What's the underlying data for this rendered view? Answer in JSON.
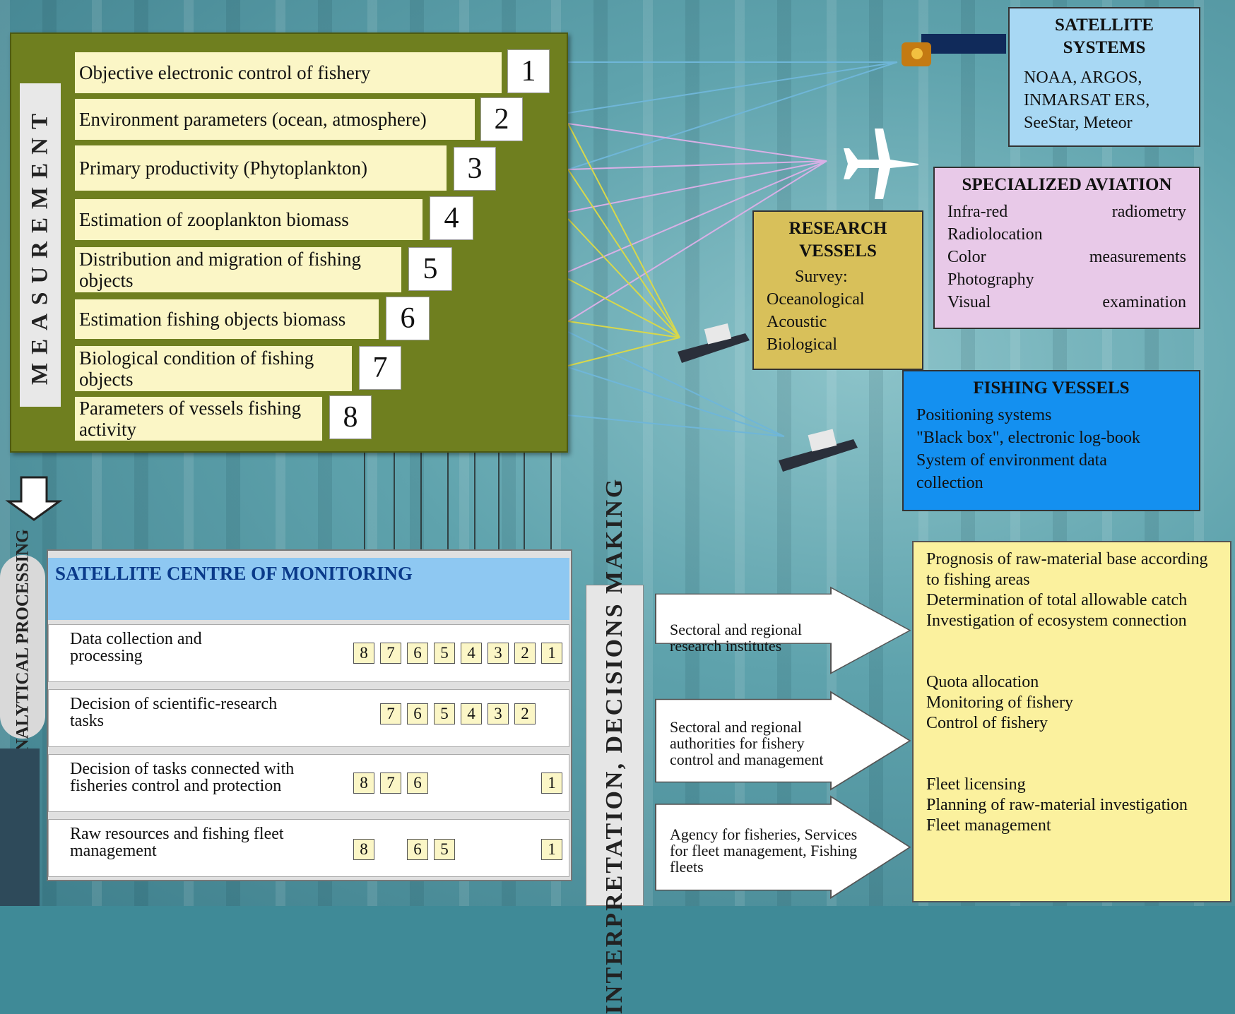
{
  "measurement_label": "MEASUREMENT",
  "measurements": [
    {
      "text": "Objective electronic control of fishery",
      "num": "1"
    },
    {
      "text": "Environment parameters (ocean, atmosphere)",
      "num": "2"
    },
    {
      "text": "Primary productivity (Phytoplankton)",
      "num": "3"
    },
    {
      "text": "Estimation of zooplankton biomass",
      "num": "4"
    },
    {
      "text": "Distribution and migration of fishing objects",
      "num": "5"
    },
    {
      "text": "Estimation fishing objects biomass",
      "num": "6"
    },
    {
      "text": "Biological condition of fishing objects",
      "num": "7"
    },
    {
      "text": "Parameters of vessels fishing activity",
      "num": "8"
    }
  ],
  "satellite": {
    "title": "SATELLITE SYSTEMS",
    "lines": [
      "NOAA, ARGOS,",
      "INMARSAT ERS,",
      "SeeStar, Meteor"
    ]
  },
  "aviation": {
    "title": "SPECIALIZED AVIATION",
    "rows": [
      [
        "Infra-red",
        "radiometry"
      ],
      [
        "Radiolocation",
        ""
      ],
      [
        "Color",
        "measurements"
      ],
      [
        "Photography",
        ""
      ],
      [
        "Visual",
        "examination"
      ]
    ]
  },
  "research": {
    "title": "RESEARCH VESSELS",
    "lines": [
      "Survey:",
      "Oceanological",
      "Acoustic",
      "Biological"
    ]
  },
  "fishing": {
    "title": "FISHING VESSELS",
    "lines": [
      "Positioning systems",
      "\"Black box\", electronic log-book",
      "System of environment data",
      "collection"
    ]
  },
  "analytical_label": "ANALYTICAL PROCESSING",
  "centre_title": "SATELLITE CENTRE OF MONITORING",
  "tasks": [
    {
      "text": "Data collection and processing",
      "cells": [
        "8",
        "7",
        "6",
        "5",
        "4",
        "3",
        "2",
        "1"
      ]
    },
    {
      "text": "Decision of scientific-research tasks",
      "cells": [
        "7",
        "6",
        "5",
        "4",
        "3",
        "2"
      ]
    },
    {
      "text": "Decision of tasks connected with fisheries control and protection",
      "cells": [
        "8",
        "7",
        "6",
        "1"
      ]
    },
    {
      "text": "Raw resources and fishing fleet management",
      "cells": [
        "8",
        "6",
        "5",
        "1"
      ]
    }
  ],
  "interpretation_label": "INTERPRETATION, DECISIONS MAKING",
  "arrows": [
    "Sectoral and regional research institutes",
    "Sectoral and regional authorities for fishery control and management",
    "Agency for fisheries, Services for fleet management, Fishing fleets"
  ],
  "results": [
    "Prognosis of raw-material base according to fishing areas",
    "Determination of total allowable catch",
    "Investigation of ecosystem connection",
    "Quota allocation",
    "Monitoring of fishery",
    "Control of fishery",
    "Fleet licensing",
    "Planning of raw-material investigation",
    "Fleet management"
  ]
}
